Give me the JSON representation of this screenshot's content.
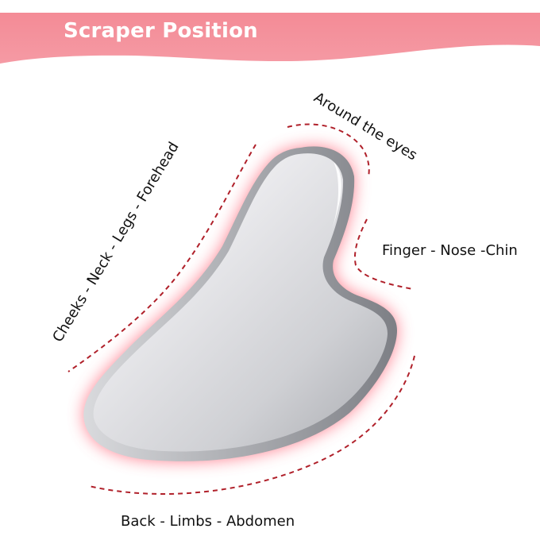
{
  "banner": {
    "title": "Scraper Position",
    "color": "#f48b96"
  },
  "labels": {
    "eyes": "Around the eyes",
    "left_edge": "Cheeks - Neck - Legs - Forehead",
    "notch": "Finger - Nose -Chin",
    "bottom_edge": "Back - Limbs - Abdomen"
  },
  "colors": {
    "dash": "#b0202a",
    "glow": "#ff5a6e",
    "steel_light": "#f4f4f6",
    "steel_dark": "#8c8e94"
  },
  "product": {
    "name": "gua-sha-scraper"
  }
}
